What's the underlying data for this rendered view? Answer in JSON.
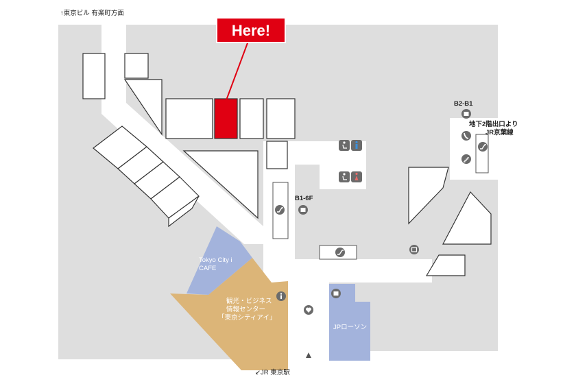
{
  "directions": {
    "top_left": "↑東京ビル 有楽町方面",
    "bottom": "↙JR 東京駅"
  },
  "here_marker": {
    "label": "Here!"
  },
  "floor_labels": {
    "b2_b1": "B2-B1",
    "b1_6f": "B1-6F"
  },
  "connection_note": {
    "line1": "地下2階出口より",
    "line2": "JR京葉線"
  },
  "areas": {
    "cafe_line1": "Tokyo City i",
    "cafe_line2": "CAFE",
    "info_line1": "観光・ビジネス",
    "info_line2": "情報センター",
    "info_line3": "「東京シティアイ」",
    "jp_lawson": "JPローソン"
  },
  "colors": {
    "floor": "#dedede",
    "block": "#ffffff",
    "here": "#e00012",
    "info_center": "#dcb578",
    "cafe": "#a3b3dc",
    "jp_lawson": "#a3b3dc",
    "icon": "#6b6b6b"
  },
  "icons": [
    "accessible-restroom-icon",
    "restroom-icon",
    "elevator-icon",
    "escalator-icon",
    "phone-icon",
    "stairs-icon",
    "information-icon",
    "aed-icon",
    "atm-icon",
    "coin-locker-icon",
    "up-arrow-icon"
  ]
}
